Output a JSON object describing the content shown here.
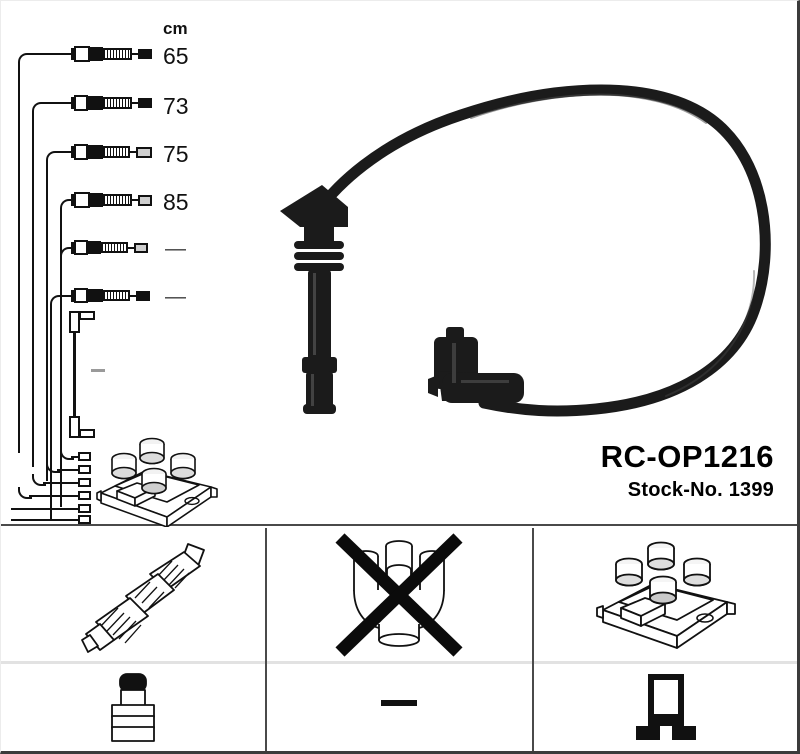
{
  "product": {
    "part_number": "RC-OP1216",
    "stock_label": "Stock-No. 1399"
  },
  "measurements": {
    "unit_header": "cm",
    "rows": [
      {
        "length": "65",
        "index": 1
      },
      {
        "length": "73",
        "index": 2
      },
      {
        "length": "75",
        "index": 3
      },
      {
        "length": "85",
        "index": 4
      },
      {
        "length": "—",
        "index": 5
      },
      {
        "length": "—",
        "index": 6
      }
    ],
    "jumper_length": "—"
  },
  "diagram": {
    "main_illustration": "ignition-cable-with-spark-plug-boot-and-right-angle-coil-connector",
    "cable_bundle": "six-ignition-leads-routed-to-coil-pack",
    "coil_pack": "four-tower-ignition-coil-pack"
  },
  "panels": [
    {
      "id": "panel-spark-plug",
      "top_item": "spark-plug",
      "bottom_item": "rubber-boot-connector",
      "crossed_out": false,
      "bottom_dash": null
    },
    {
      "id": "panel-distributor-cap",
      "top_item": "distributor-cap",
      "bottom_item": null,
      "crossed_out": true,
      "bottom_dash": "—"
    },
    {
      "id": "panel-ignition-coil",
      "top_item": "ignition-coil-pack",
      "bottom_item": "coil-terminal-connector",
      "crossed_out": false,
      "bottom_dash": null
    }
  ],
  "colors": {
    "ink": "#111111",
    "frame": "#4a4a4a",
    "grey_fill": "#cfcfcf",
    "divider": "#e2e2e2"
  }
}
